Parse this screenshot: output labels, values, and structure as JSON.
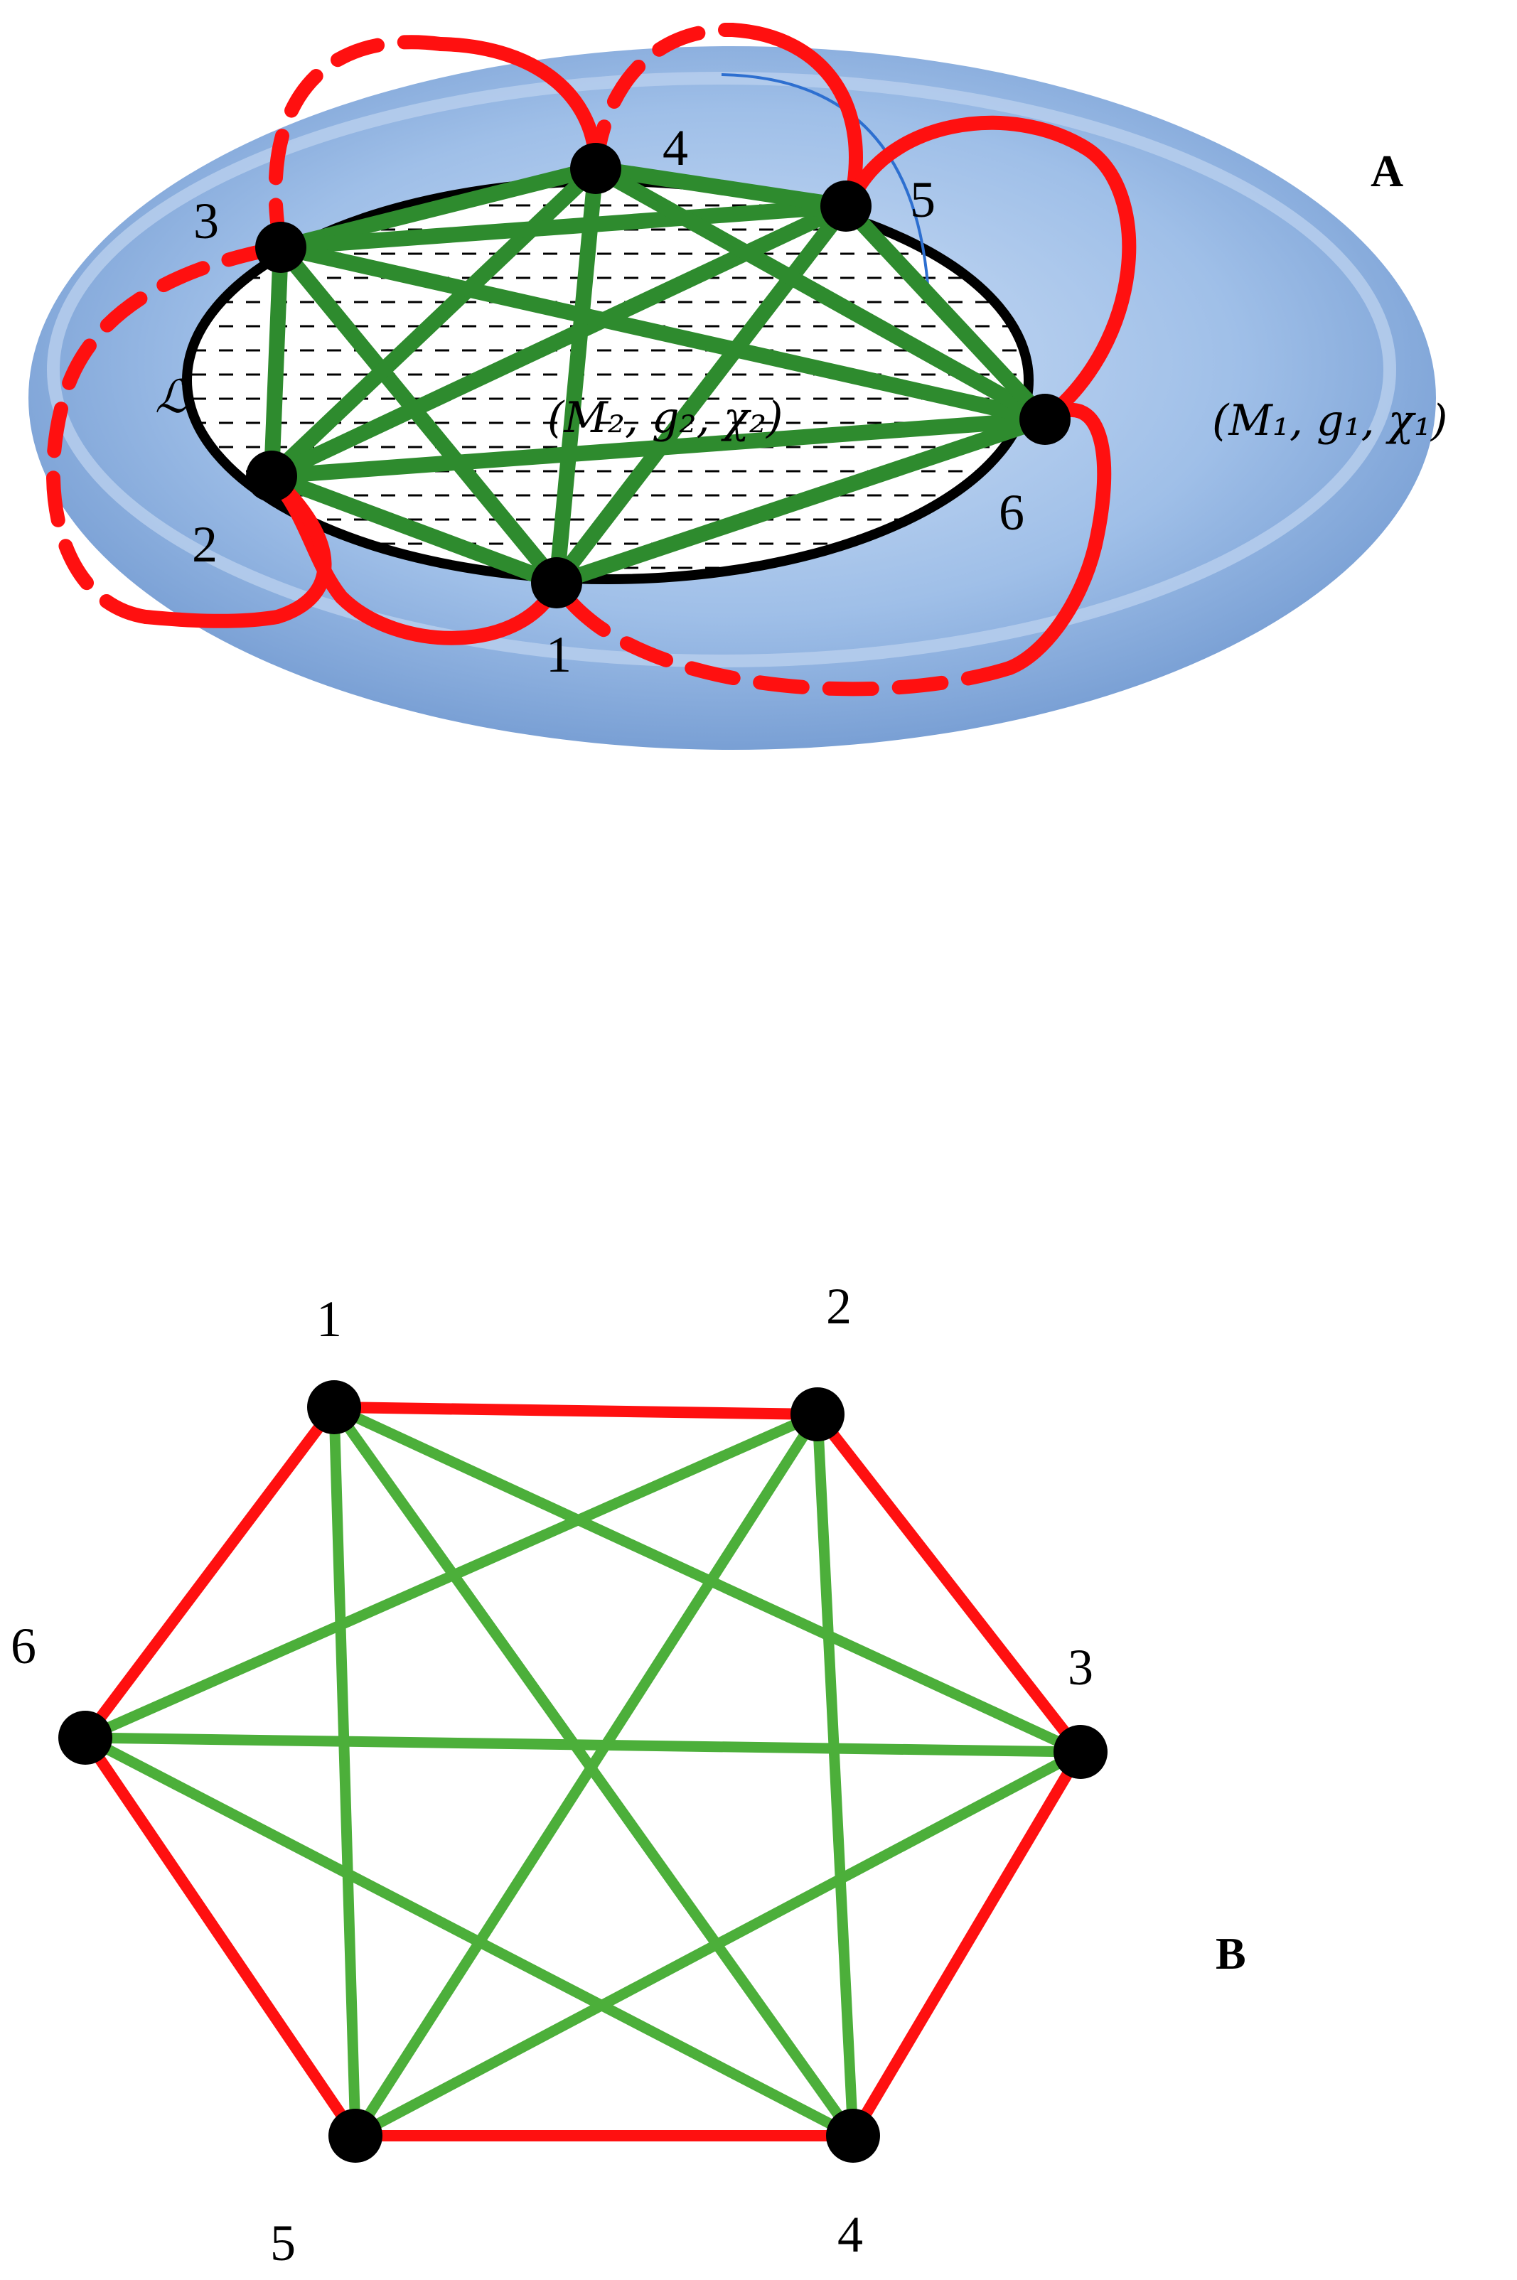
{
  "panels": {
    "a": {
      "label": "A",
      "manifold_outer": "(M₁, g₁, χ₁)",
      "manifold_inner": "(M₂, g₂, χ₂)",
      "curve_label": "ℒ",
      "vertices": [
        "1",
        "2",
        "3",
        "4",
        "5",
        "6"
      ]
    },
    "b": {
      "label": "B",
      "vertices": [
        "1",
        "2",
        "3",
        "4",
        "5",
        "6"
      ]
    }
  },
  "colors": {
    "green": "#2e8b2e",
    "green_light": "#4caf3a",
    "red": "#ff1010",
    "torus": "#8fb4e3",
    "vertex": "#000000"
  }
}
